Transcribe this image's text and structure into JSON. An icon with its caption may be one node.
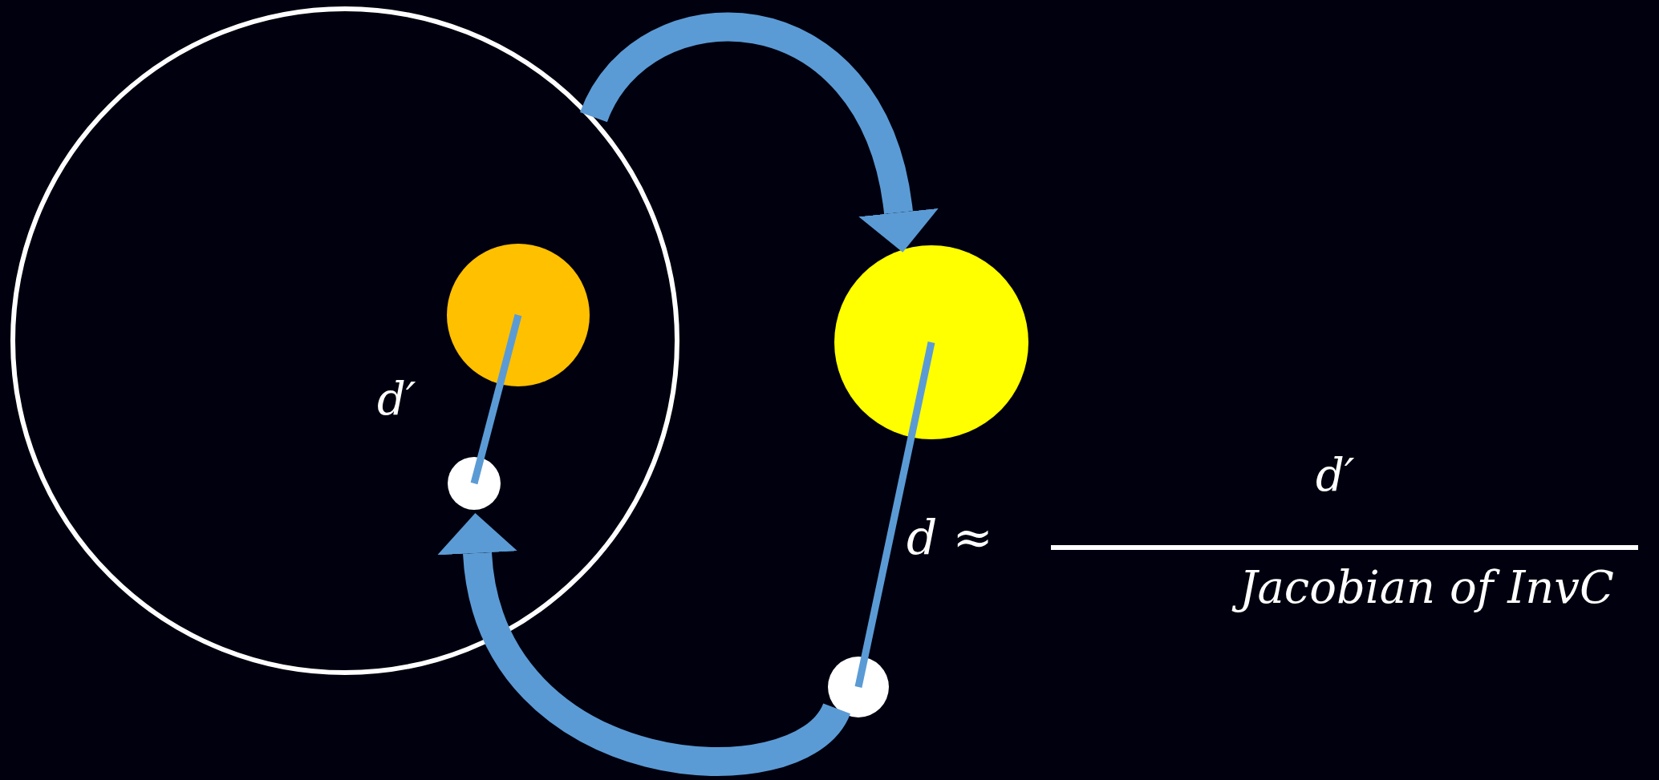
{
  "diagram": {
    "nodes": [
      {
        "text": [],
        "shape": "circle"
      },
      {
        "text": [],
        "shape": "circle",
        "in": 0
      },
      {
        "text": [],
        "shape": "circle",
        "in": 0
      },
      {
        "text": [],
        "shape": "circle"
      },
      {
        "text": [],
        "shape": "circle"
      }
    ],
    "edges": [
      {
        "from": 0,
        "to": 3,
        "arrow": "to",
        "style": "thick"
      },
      {
        "from": 4,
        "to": 2,
        "arrow": "to",
        "style": "thick"
      },
      {
        "from": 1,
        "to": 2,
        "arrow": "none"
      },
      {
        "from": 3,
        "to": 4,
        "arrow": "none"
      }
    ],
    "labels": [
      "d′",
      "d ≈",
      "d′",
      "Jacobian of InvC"
    ]
  }
}
